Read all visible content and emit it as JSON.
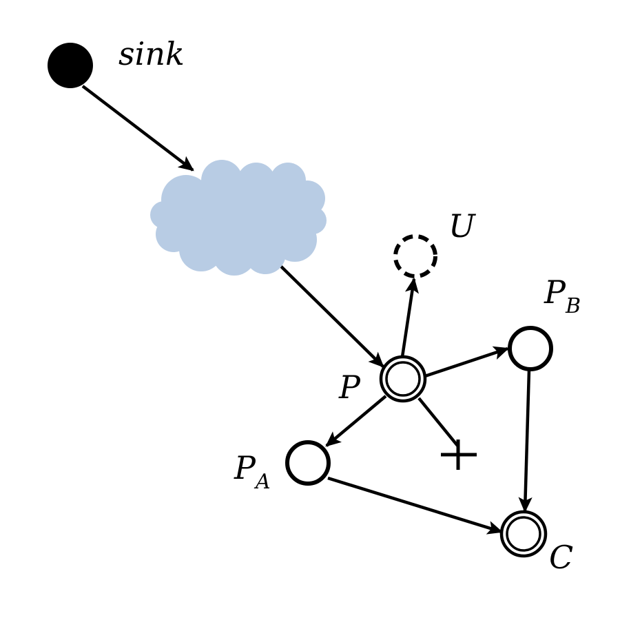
{
  "labels": {
    "sink": "sink",
    "u": "U",
    "p": "P",
    "pb_main": "P",
    "pb_sub": "B",
    "pa_main": "P",
    "pa_sub": "A",
    "c": "C"
  },
  "colors": {
    "stroke": "#000000",
    "sink_fill": "#000000",
    "node_fill": "#ffffff",
    "cloud_fill": "#b8cce4"
  },
  "nodes": [
    {
      "id": "sink",
      "style": "filled"
    },
    {
      "id": "cloud",
      "style": "cloud"
    },
    {
      "id": "U",
      "style": "dashed"
    },
    {
      "id": "P",
      "style": "double"
    },
    {
      "id": "P_B",
      "style": "single"
    },
    {
      "id": "P_A",
      "style": "single"
    },
    {
      "id": "C",
      "style": "double"
    }
  ],
  "edges": [
    {
      "from": "sink",
      "to": "cloud"
    },
    {
      "from": "cloud",
      "to": "P"
    },
    {
      "from": "P",
      "to": "U"
    },
    {
      "from": "P",
      "to": "P_B"
    },
    {
      "from": "P",
      "to": "P_A"
    },
    {
      "from": "P",
      "to": "X",
      "blocked": true
    },
    {
      "from": "P_B",
      "to": "C"
    },
    {
      "from": "P_A",
      "to": "C"
    }
  ]
}
